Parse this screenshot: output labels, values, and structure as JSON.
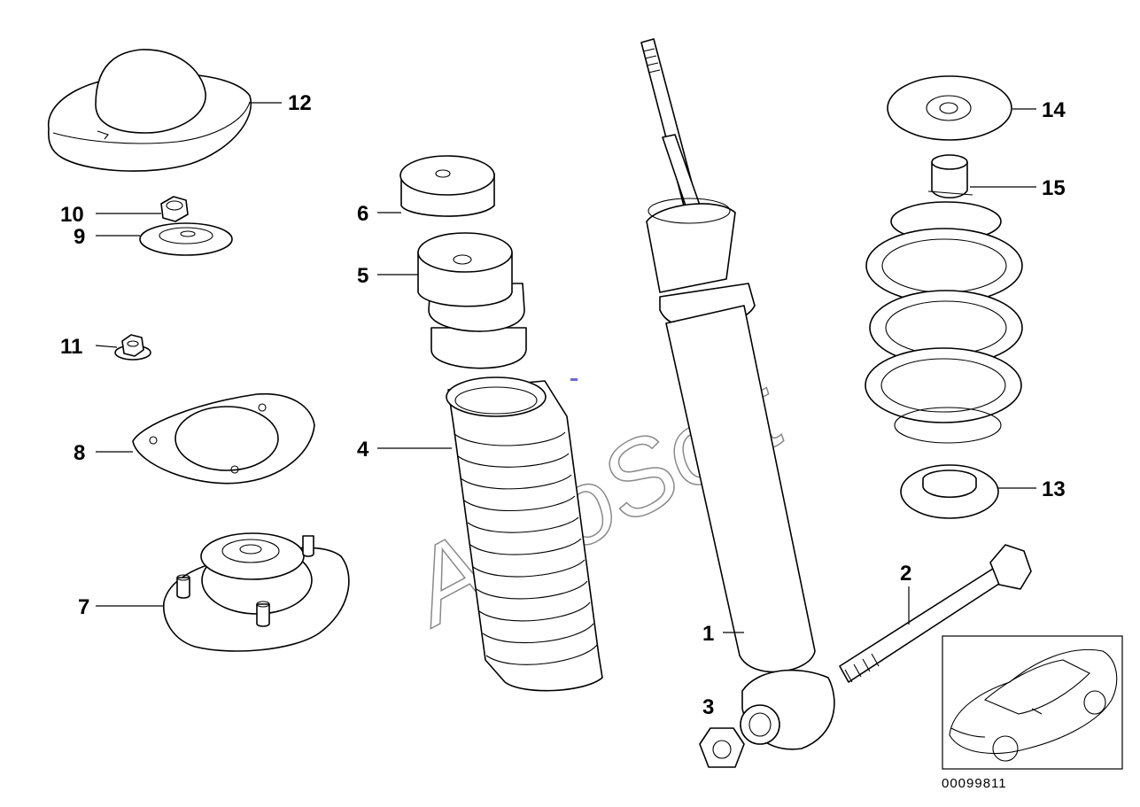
{
  "watermark": "AutoSoft",
  "document_number": "00099811",
  "callouts": [
    {
      "id": "1",
      "part": "shock-absorber"
    },
    {
      "id": "2",
      "part": "bolt"
    },
    {
      "id": "3",
      "part": "nut"
    },
    {
      "id": "4",
      "part": "protective-boot"
    },
    {
      "id": "5",
      "part": "bump-stop"
    },
    {
      "id": "6",
      "part": "cap"
    },
    {
      "id": "7",
      "part": "support-bearing"
    },
    {
      "id": "8",
      "part": "gasket"
    },
    {
      "id": "9",
      "part": "washer"
    },
    {
      "id": "10",
      "part": "self-locking-nut"
    },
    {
      "id": "11",
      "part": "flange-nut"
    },
    {
      "id": "12",
      "part": "cover-cap"
    },
    {
      "id": "13",
      "part": "lower-spring-pad"
    },
    {
      "id": "14",
      "part": "upper-spring-plate"
    },
    {
      "id": "15",
      "part": "rubber-buffer"
    }
  ],
  "inset_icon": "car-location-icon"
}
